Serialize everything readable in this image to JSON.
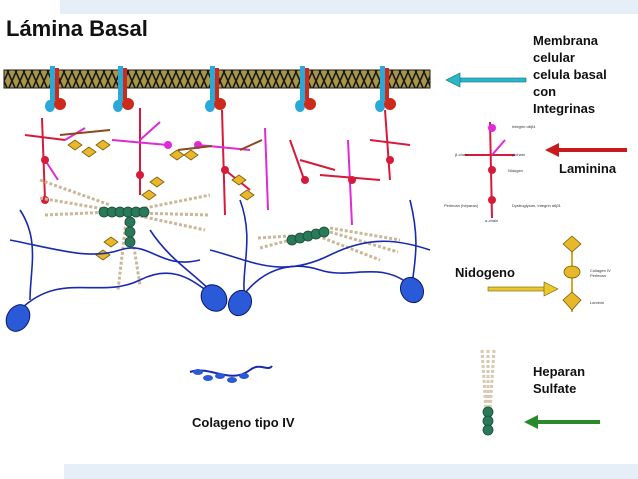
{
  "title": "Lámina Basal",
  "labels": {
    "membrana_line1": "Membrana",
    "membrana_line2": "celular",
    "membrana_line3": "celula basal",
    "membrana_line4": "con",
    "membrana_line5": "Integrinas",
    "laminina": "Laminina",
    "nidogeno": "Nidogeno",
    "heparan_line1": "Heparan",
    "heparan_line2": "Sulfate",
    "colageno": "Colageno tipo IV"
  },
  "colors": {
    "membrane": "#1a1a1a",
    "membrane_fill": "#9a8a3a",
    "integrin_red": "#cc2a1a",
    "integrin_blue": "#2aa8d8",
    "laminin": "#d81a3a",
    "laminin_arm": "#e02ad8",
    "nidogen": "#e8b82a",
    "heparan_core": "#2a7a5a",
    "heparan_chain": "#d8c8b0",
    "collagen": "#1a2ab0",
    "collagen_end": "#2a5ad8",
    "arrow_cyan": "#2ab8c8",
    "arrow_red": "#c81a1a",
    "arrow_yellow": "#e8c82a",
    "arrow_green": "#2a8a2a",
    "band": "#e6eef7"
  },
  "insets": {
    "laminin_labels": [
      "Integrin α6β4",
      "γ-chain",
      "β-chain",
      "Nidogen",
      "Perlecan (heparan)",
      "Dystroglycan, Integrin α6β1",
      "α-chain"
    ],
    "nidogen_labels": [
      "Collagen IV",
      "Perlecan",
      "Laminin"
    ]
  }
}
